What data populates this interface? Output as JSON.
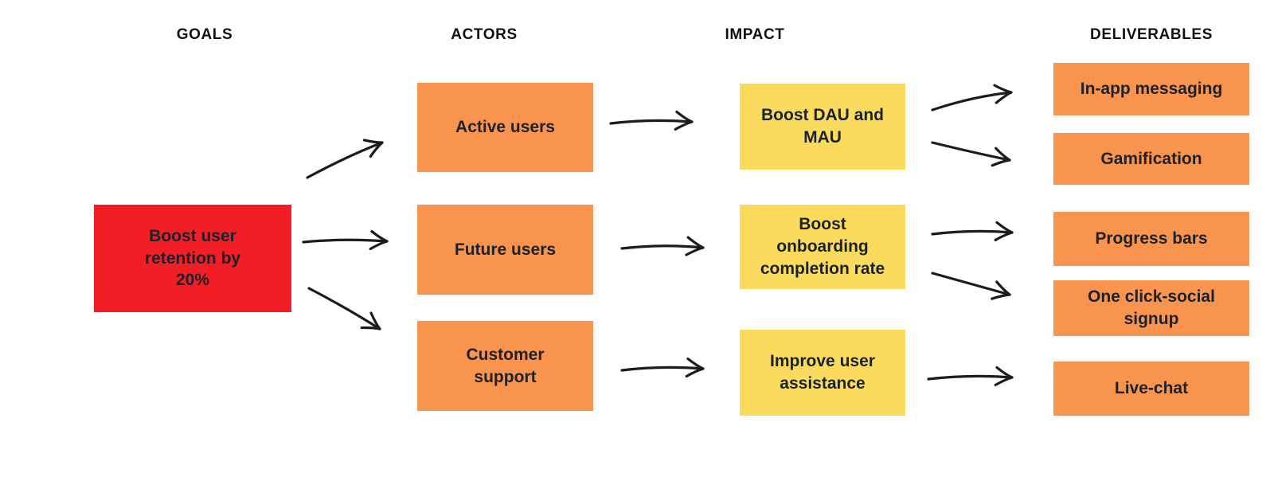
{
  "columns": {
    "goals": "GOALS",
    "actors": "ACTORS",
    "impact": "IMPACT",
    "deliverables": "DELIVERABLES"
  },
  "nodes": {
    "goal": {
      "label": "Boost user\nretention by\n20%"
    },
    "active_users": {
      "label": "Active users"
    },
    "future_users": {
      "label": "Future users"
    },
    "customer_support": {
      "label": "Customer\nsupport"
    },
    "boost_dau_mau": {
      "label": "Boost DAU and\nMAU"
    },
    "boost_onboarding": {
      "label": "Boost\nonboarding\ncompletion rate"
    },
    "improve_assistance": {
      "label": "Improve user\nassistance"
    },
    "in_app_messaging": {
      "label": "In-app messaging"
    },
    "gamification": {
      "label": "Gamification"
    },
    "progress_bars": {
      "label": "Progress bars"
    },
    "one_click_social": {
      "label": "One click-social\nsignup"
    },
    "live_chat": {
      "label": "Live-chat"
    }
  },
  "edges": [
    {
      "from": "goal",
      "to": "active_users"
    },
    {
      "from": "goal",
      "to": "future_users"
    },
    {
      "from": "goal",
      "to": "customer_support"
    },
    {
      "from": "active_users",
      "to": "boost_dau_mau"
    },
    {
      "from": "future_users",
      "to": "boost_onboarding"
    },
    {
      "from": "customer_support",
      "to": "improve_assistance"
    },
    {
      "from": "boost_dau_mau",
      "to": "in_app_messaging"
    },
    {
      "from": "boost_dau_mau",
      "to": "gamification"
    },
    {
      "from": "boost_onboarding",
      "to": "progress_bars"
    },
    {
      "from": "boost_onboarding",
      "to": "one_click_social"
    },
    {
      "from": "improve_assistance",
      "to": "live_chat"
    }
  ],
  "colors": {
    "goal_fill": "#f31d25",
    "actor_fill": "#f8944e",
    "impact_fill": "#fadb5e",
    "deliverable_fill": "#f8944e",
    "node_text": "#1b222c",
    "header_text": "#101010",
    "arrow_stroke": "#1c1c1c",
    "background": "#ffffff"
  }
}
